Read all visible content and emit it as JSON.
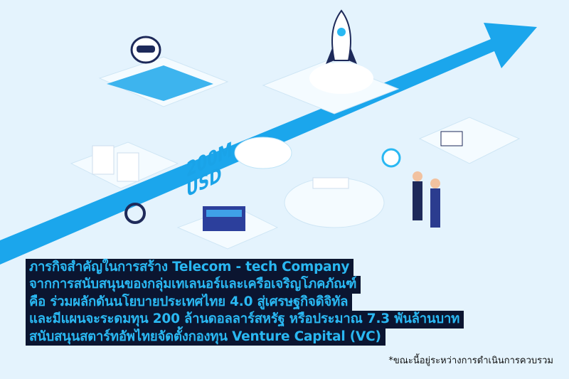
{
  "headline_lines": [
    "ภารกิจสำคัญในการสร้าง Telecom - tech Company",
    "จากการสนับสนุนของกลุ่มเทเลนอร์และเครือเจริญโภคภัณฑ์",
    "คือ ร่วมผลักดันนโยบายประเทศไทย 4.0 สู่เศรษฐกิจดิจิทัล",
    "และมีแผนจะระดมทุน 200  ล้านดอลลาร์สหรัฐ  หรือประมาณ 7.3 พันล้านบาท",
    "สนับสนุนสตาร์ทอัพไทยจัดตั้งกองทุน Venture Capital (VC)"
  ],
  "illustration": {
    "amount_line1": "200M",
    "amount_line2": "USD"
  },
  "footnote": "*ขณะนี้อยู่ระหว่างการดำเนินการควบรวม",
  "colors": {
    "background": "#e4f3fd",
    "arrow": "#1aa3e8",
    "text_highlight": "#0b1530",
    "text": "#2ab8f2"
  }
}
